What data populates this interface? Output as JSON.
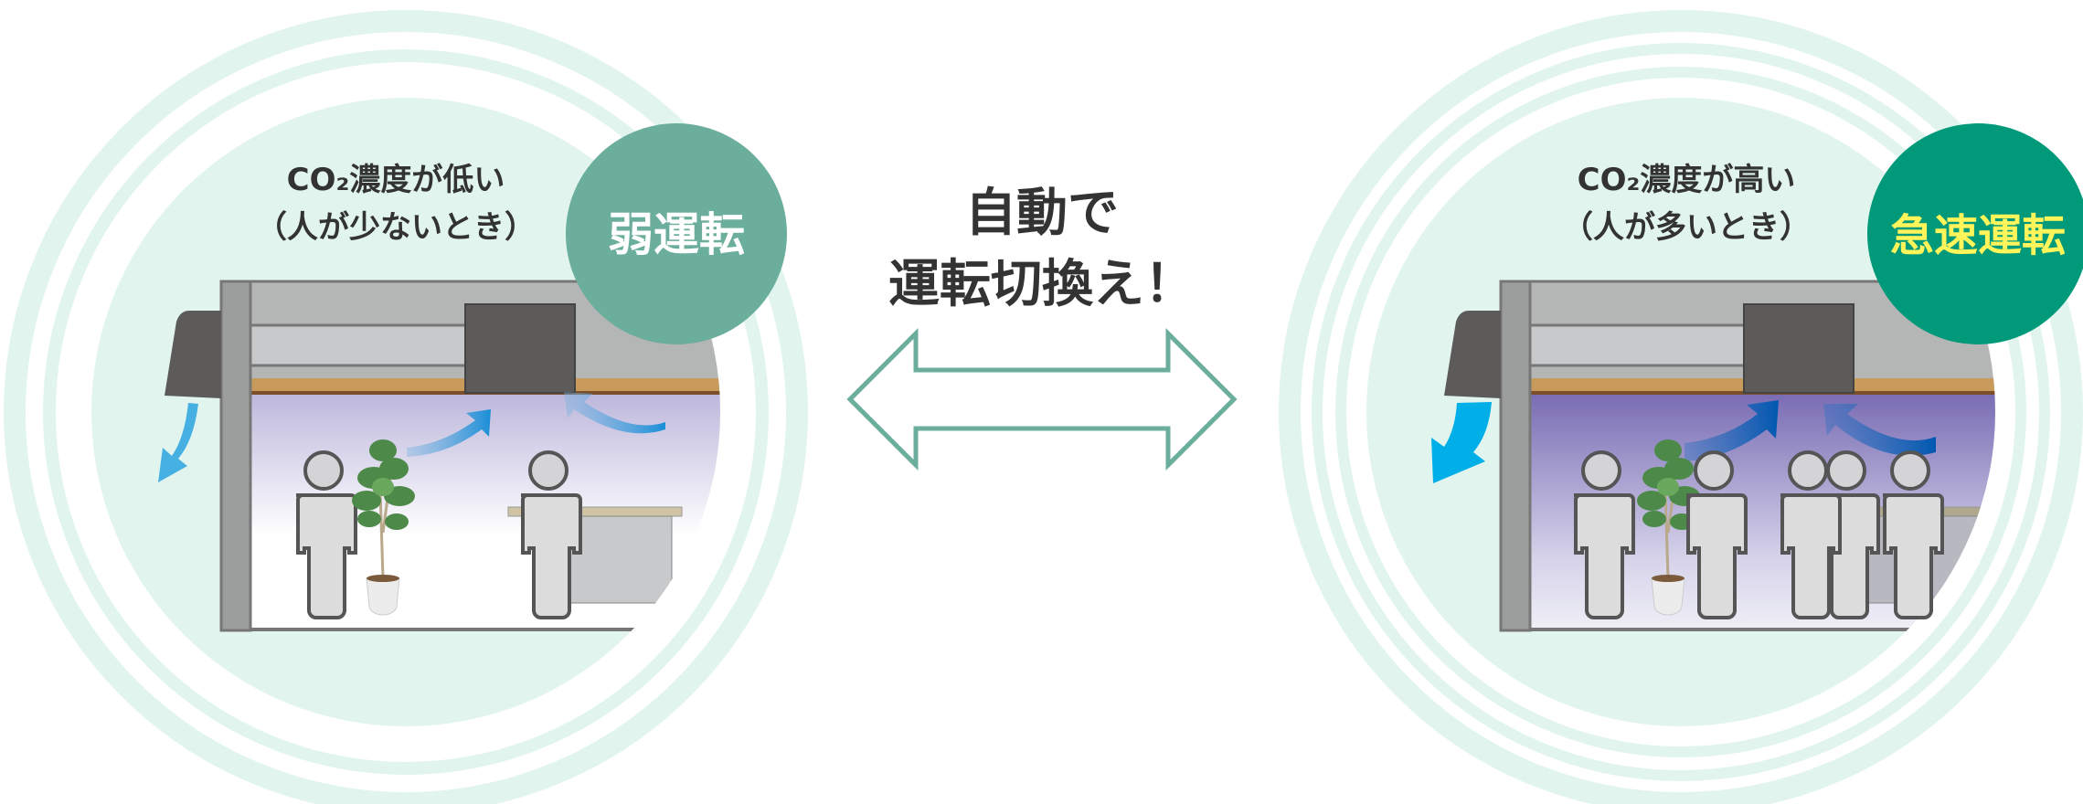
{
  "left_panel": {
    "condition_line1": "CO₂濃度が低い",
    "condition_line2": "（人が少ないとき）",
    "mode_badge": "弱運転",
    "badge_color": "#6aae9b",
    "badge_text_color": "#ffffff",
    "people_count": 2
  },
  "center": {
    "line1": "自動で",
    "line2": "運転切換え！",
    "arrow_icon": "double-headed-arrow-icon",
    "arrow_color": "#6aae9b"
  },
  "right_panel": {
    "condition_line1": "CO₂濃度が高い",
    "condition_line2": "（人が多いとき）",
    "mode_badge": "急速運転",
    "badge_color": "#00997a",
    "badge_text_color": "#fff45a",
    "people_count": 5
  },
  "colors": {
    "ring": "#e1f5ee",
    "wall": "#9c9d9d",
    "duct": "#5c5b59",
    "airflow": "#1a8fd8"
  }
}
